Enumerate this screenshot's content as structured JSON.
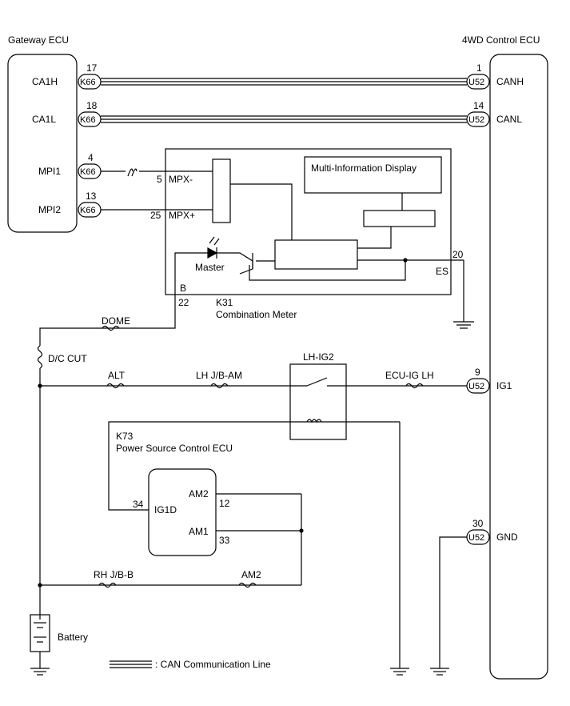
{
  "ecus": {
    "gateway": "Gateway ECU",
    "fwd": "4WD Control ECU",
    "meter_code": "K31",
    "meter_name": "Combination Meter",
    "power_code": "K73",
    "power_name": "Power Source Control ECU"
  },
  "gateway_pins": {
    "ca1h": {
      "name": "CA1H",
      "num": "17",
      "conn": "K66"
    },
    "ca1l": {
      "name": "CA1L",
      "num": "18",
      "conn": "K66"
    },
    "mpi1": {
      "name": "MPI1",
      "num": "4",
      "conn": "K66"
    },
    "mpi2": {
      "name": "MPI2",
      "num": "13",
      "conn": "K66"
    }
  },
  "fwd_pins": {
    "canh": {
      "name": "CANH",
      "num": "1",
      "conn": "U52"
    },
    "canl": {
      "name": "CANL",
      "num": "14",
      "conn": "U52"
    },
    "ig1": {
      "name": "IG1",
      "num": "9",
      "conn": "U52"
    },
    "gnd": {
      "name": "GND",
      "num": "30",
      "conn": "U52"
    }
  },
  "meter": {
    "mpx_minus_num": "5",
    "mpx_minus": "MPX-",
    "mpx_plus_num": "25",
    "mpx_plus": "MPX+",
    "mid": "Multi-Information Display",
    "master": "Master",
    "es": "ES",
    "es_num": "20",
    "b": "B",
    "b_num": "22"
  },
  "fuses": {
    "dome": "DOME",
    "dc_cut": "D/C CUT",
    "alt": "ALT",
    "lh_jb_am": "LH J/B-AM",
    "ecu_ig_lh": "ECU-IG LH",
    "rh_jb_b": "RH J/B-B",
    "am2": "AM2"
  },
  "relay": "LH-IG2",
  "power_ecu": {
    "ig1d": "IG1D",
    "ig1d_num": "34",
    "am2": "AM2",
    "am2_num": "12",
    "am1": "AM1",
    "am1_num": "33"
  },
  "battery": "Battery",
  "legend": ": CAN Communication Line"
}
